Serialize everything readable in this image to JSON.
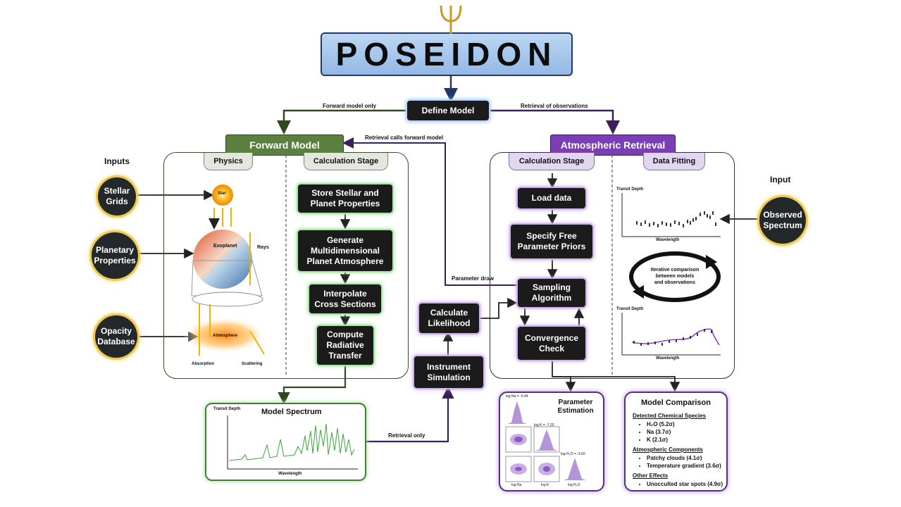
{
  "logo": {
    "text": "POSEIDON"
  },
  "define_model": "Define Model",
  "forward_model_only": "Forward model only",
  "retrieval_of_observations": "Retrieval of observations",
  "retrieval_calls_forward_model": "Retrieval calls forward model",
  "parameter_draw": "Parameter draw",
  "retrieval_only": "Retrieval only",
  "forward_model": {
    "title": "Forward Model",
    "tab_physics": "Physics",
    "tab_calc": "Calculation Stage",
    "steps": [
      "Store Stellar and\nPlanet Properties",
      "Generate\nMultidimensional\nPlanet Atmosphere",
      "Interpolate\nCross Sections",
      "Compute\nRadiative\nTransfer"
    ],
    "physics_labels": {
      "star": "Star",
      "exoplanet": "Exoplanet",
      "rays": "Rays",
      "atmosphere": "Atmosphere",
      "absorption": "Absorption",
      "scattering": "Scattering"
    }
  },
  "inputs": {
    "title": "Inputs",
    "items": [
      "Stellar\nGrids",
      "Planetary\nProperties",
      "Opacity\nDatabase"
    ]
  },
  "retrieval": {
    "title": "Atmospheric Retrieval",
    "tab_calc": "Calculation Stage",
    "tab_fit": "Data Fitting",
    "steps": [
      "Load data",
      "Specify Free\nParameter Priors",
      "Sampling\nAlgorithm",
      "Convergence\nCheck"
    ],
    "fit_plot": {
      "ylabel": "Transit Depth",
      "xlabel": "Wavelength"
    },
    "fit_plot2": {
      "ylabel": "Transit Depth",
      "xlabel": "Wavelength"
    },
    "iterative": "Iterative comparison\nbetween models\nand observations"
  },
  "input_right": {
    "title": "Input",
    "item": "Observed\nSpectrum"
  },
  "calc_likelihood": "Calculate\nLikelihood",
  "instrument_sim": "Instrument\nSimulation",
  "model_spectrum": {
    "title": "Model Spectrum",
    "ylabel": "Transit Depth",
    "xlabel": "Wavelength"
  },
  "param_est": {
    "title": "Parameter\nEstimation",
    "h1": "log Na = -5.44",
    "h2": "log K = -7.20",
    "h3": "log H₂O = -3.60",
    "ax_lognA": "log Na",
    "ax_logk": "log K",
    "ax_logh2o": "log H₂O"
  },
  "model_comp": {
    "title": "Model Comparison",
    "sec1": "Detected Chemical Species",
    "species": [
      "H₂O (5.2σ)",
      "Na (3.7σ)",
      "K (2.1σ)"
    ],
    "sec2": "Atmospheric Components",
    "components": [
      "Patchy clouds (4.1σ)",
      "Temperature gradient (3.6σ)"
    ],
    "sec3": "Other Effects",
    "effects": [
      "Unocculted star spots (4.9σ)"
    ]
  },
  "colors": {
    "forward_green": "#5b7f3e",
    "retrieval_purple": "#7a3fb5",
    "logo_blue": "#a8c8ec"
  }
}
